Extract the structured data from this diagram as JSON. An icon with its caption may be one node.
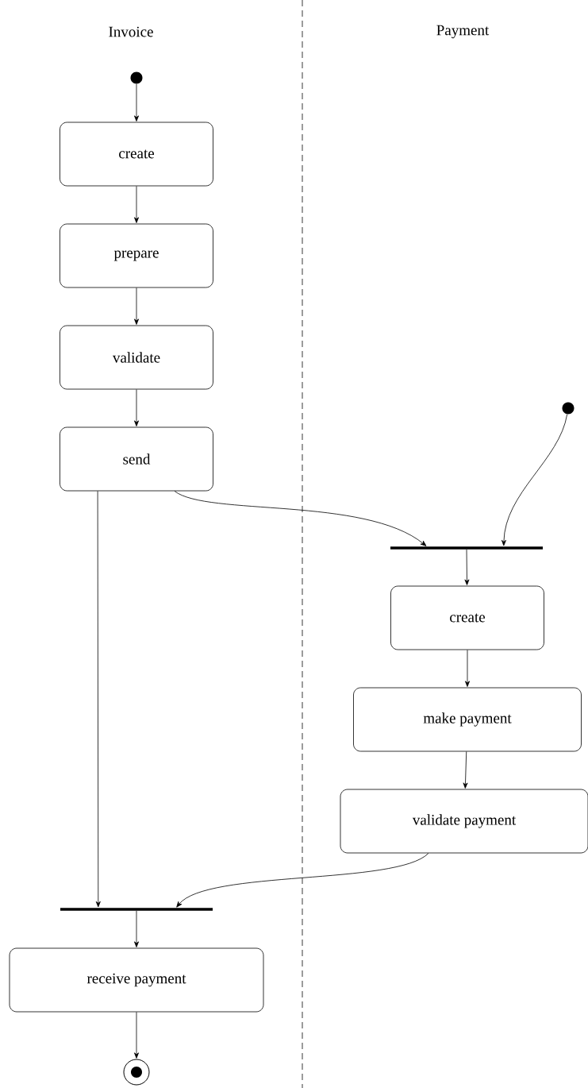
{
  "diagram": {
    "nodes": [
      {
        "text": [],
        "shape": "circle"
      },
      {
        "text": [
          "create"
        ]
      },
      {
        "text": [
          "prepare"
        ]
      },
      {
        "text": [
          "validate"
        ]
      },
      {
        "text": [
          "send"
        ]
      },
      {
        "text": [],
        "shape": "circle"
      },
      {
        "text": [],
        "shape": "bar"
      },
      {
        "text": [
          "create"
        ]
      },
      {
        "text": [
          "make payment"
        ]
      },
      {
        "text": [
          "validate payment"
        ]
      },
      {
        "text": [],
        "shape": "bar"
      },
      {
        "text": [
          "receive payment"
        ]
      },
      {
        "text": [],
        "shape": "bullseye"
      }
    ],
    "edges": [
      {
        "from": 0,
        "to": 1,
        "arrow": "to"
      },
      {
        "from": 1,
        "to": 2,
        "arrow": "to"
      },
      {
        "from": 2,
        "to": 3,
        "arrow": "to"
      },
      {
        "from": 3,
        "to": 4,
        "arrow": "to"
      },
      {
        "from": 4,
        "to": 6,
        "arrow": "to"
      },
      {
        "from": 5,
        "to": 6,
        "arrow": "to"
      },
      {
        "from": 6,
        "to": 7,
        "arrow": "to"
      },
      {
        "from": 7,
        "to": 8,
        "arrow": "to"
      },
      {
        "from": 8,
        "to": 9,
        "arrow": "to"
      },
      {
        "from": 4,
        "to": 10,
        "arrow": "to"
      },
      {
        "from": 9,
        "to": 10,
        "arrow": "to"
      },
      {
        "from": 10,
        "to": 11,
        "arrow": "to"
      },
      {
        "from": 11,
        "to": 12,
        "arrow": "to"
      }
    ],
    "labels": [
      "Invoice",
      "Payment"
    ]
  }
}
